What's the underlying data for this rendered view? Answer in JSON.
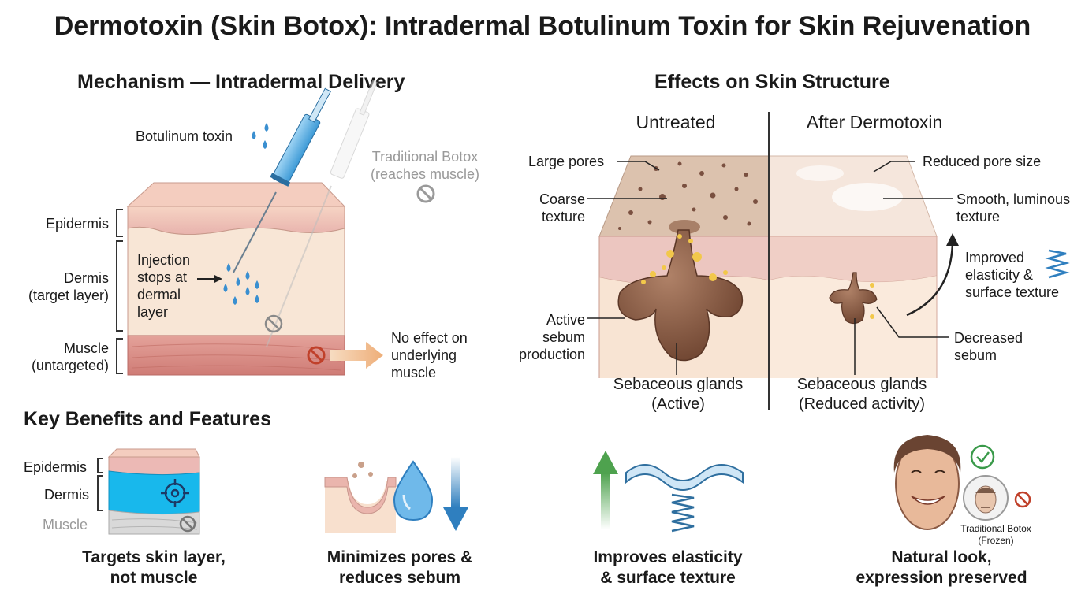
{
  "title": "Dermotoxin (Skin Botox): Intradermal Botulinum Toxin for Skin Rejuvenation",
  "mechanism": {
    "heading": "Mechanism — Intradermal Delivery",
    "toxin_label": "Botulinum toxin",
    "traditional_label_line1": "Traditional Botox",
    "traditional_label_line2": "(reaches muscle)",
    "layers": {
      "epidermis": "Epidermis",
      "dermis_line1": "Dermis",
      "dermis_line2": "(target layer)",
      "muscle_line1": "Muscle",
      "muscle_line2": "(untargeted)"
    },
    "injection_lines": [
      "Injection",
      "stops at",
      "dermal",
      "layer"
    ],
    "no_effect_lines": [
      "No effect on",
      "underlying",
      "muscle"
    ]
  },
  "effects": {
    "heading": "Effects on Skin Structure",
    "untreated_title": "Untreated",
    "after_title": "After Dermotoxin",
    "left_labels": {
      "large_pores": "Large pores",
      "coarse_line1": "Coarse",
      "coarse_line2": "texture",
      "active_lines": [
        "Active",
        "sebum",
        "production"
      ],
      "glands_line1": "Sebaceous glands",
      "glands_line2": "(Active)"
    },
    "right_labels": {
      "reduced_pore": "Reduced pore size",
      "smooth_line1": "Smooth, luminous",
      "smooth_line2": "texture",
      "improved_lines": [
        "Improved",
        "elasticity &",
        "surface texture"
      ],
      "decreased_line1": "Decreased",
      "decreased_line2": "sebum",
      "glands_line1": "Sebaceous glands",
      "glands_line2": "(Reduced activity)"
    }
  },
  "benefits": {
    "heading": "Key Benefits and Features",
    "mini_layers": {
      "epidermis": "Epidermis",
      "dermis": "Dermis",
      "muscle": "Muscle"
    },
    "items": [
      {
        "line1": "Targets skin layer,",
        "line2": "not muscle"
      },
      {
        "line1": "Minimizes pores &",
        "line2": "reduces sebum"
      },
      {
        "line1": "Improves elasticity",
        "line2": "& surface texture"
      },
      {
        "line1": "Natural look,",
        "line2": "expression preserved"
      }
    ],
    "traditional_line1": "Traditional Botox",
    "traditional_line2": "(Frozen)"
  },
  "colors": {
    "epidermis": "#ecc1bc",
    "dermis": "#f8e6d6",
    "muscle": "#d98a84",
    "toxin": "#3a8fd0",
    "gland": "#8a5a44",
    "sebum": "#f2c84a",
    "target_blue": "#18b8ec",
    "green_arrow": "#4ea24e",
    "blue_arrow": "#2f7fbf",
    "orange_arrow": "#f0b98a",
    "prohibit_red": "#c0402a"
  }
}
